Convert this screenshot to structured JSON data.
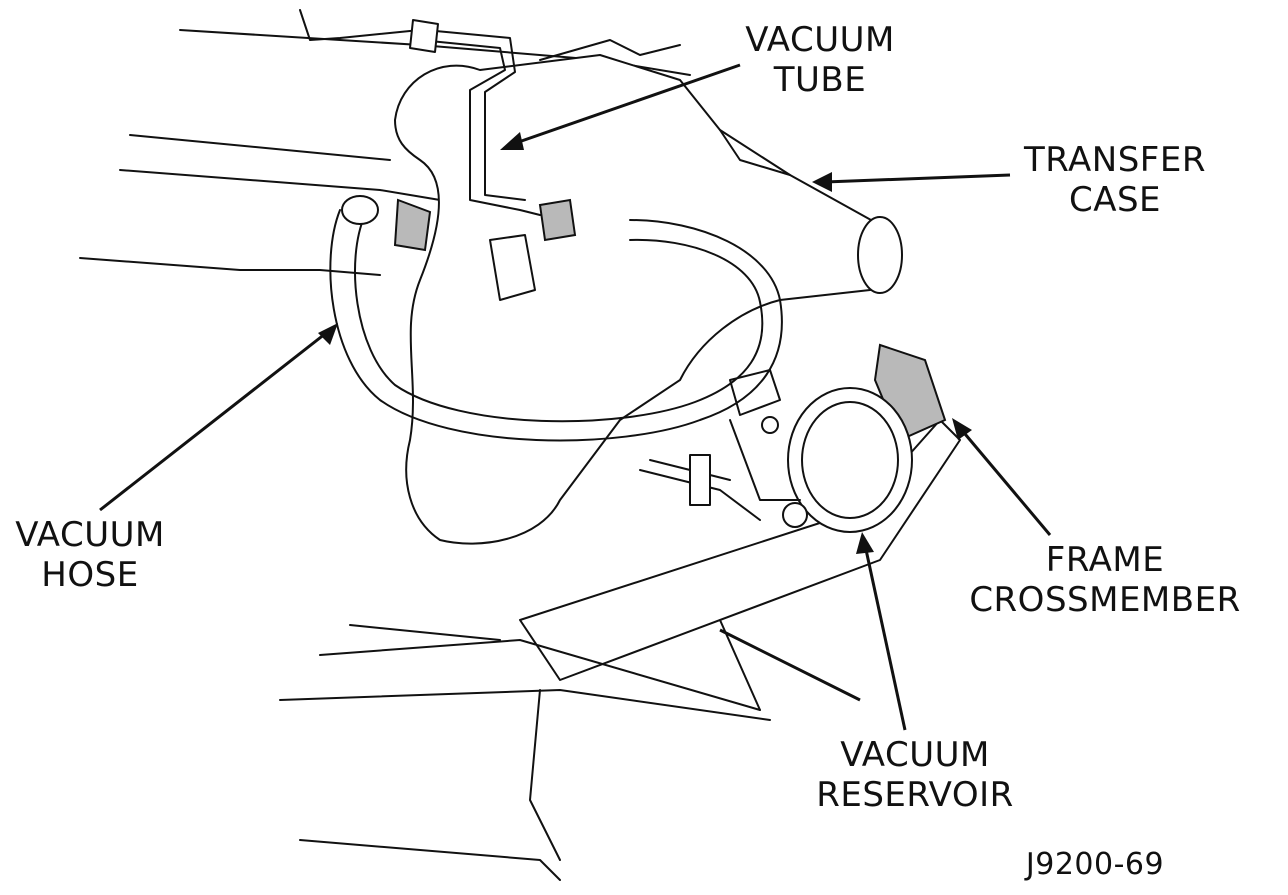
{
  "labels": {
    "vacuum_tube": [
      "VACUUM",
      "TUBE"
    ],
    "transfer_case": [
      "TRANSFER",
      "CASE"
    ],
    "vacuum_hose": [
      "VACUUM",
      "HOSE"
    ],
    "frame_crossmember": [
      "FRAME",
      "CROSSMEMBER"
    ],
    "vacuum_reservoir": [
      "VACUUM",
      "RESERVOIR"
    ]
  },
  "figure_id": "J9200-69",
  "colors": {
    "ink": "#111111",
    "paper": "#ffffff",
    "shade": "#b9b9b9"
  }
}
